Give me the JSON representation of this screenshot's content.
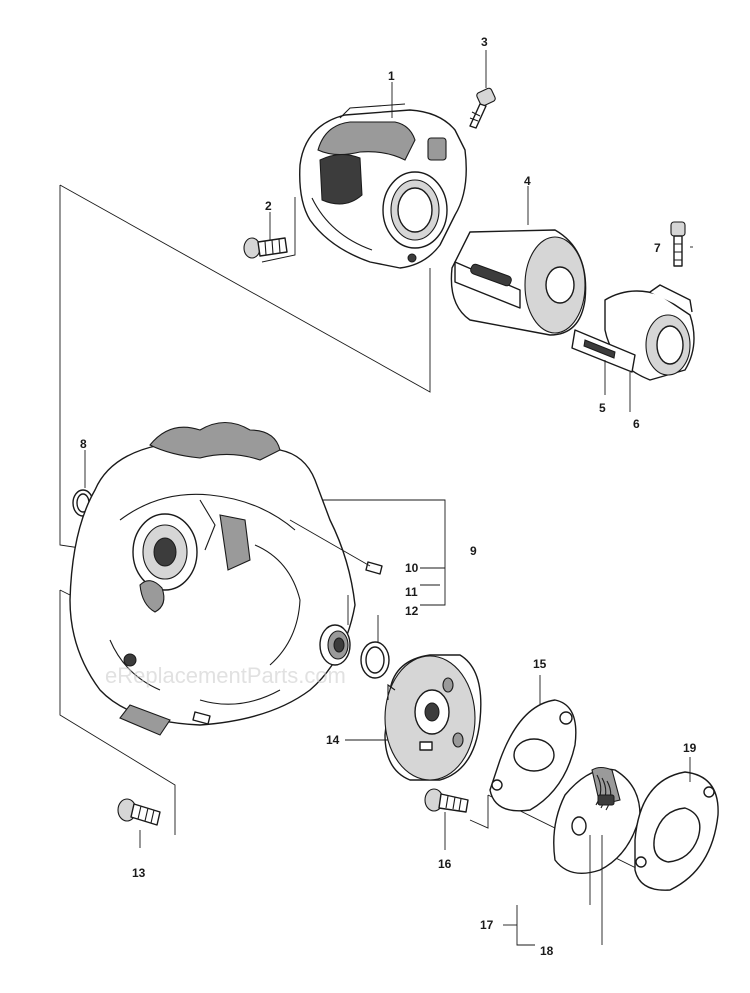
{
  "diagram": {
    "watermark": "eReplacementParts.com",
    "callouts": [
      {
        "id": "c1",
        "label": "1"
      },
      {
        "id": "c2",
        "label": "2"
      },
      {
        "id": "c3",
        "label": "3"
      },
      {
        "id": "c4",
        "label": "4"
      },
      {
        "id": "c5",
        "label": "5"
      },
      {
        "id": "c6",
        "label": "6"
      },
      {
        "id": "c7",
        "label": "7"
      },
      {
        "id": "c8",
        "label": "8"
      },
      {
        "id": "c9",
        "label": "9"
      },
      {
        "id": "c10",
        "label": "10"
      },
      {
        "id": "c11",
        "label": "11"
      },
      {
        "id": "c12",
        "label": "12"
      },
      {
        "id": "c13",
        "label": "13"
      },
      {
        "id": "c14",
        "label": "14"
      },
      {
        "id": "c15",
        "label": "15"
      },
      {
        "id": "c16",
        "label": "16"
      },
      {
        "id": "c17",
        "label": "17"
      },
      {
        "id": "c18",
        "label": "18"
      },
      {
        "id": "c19",
        "label": "19"
      }
    ]
  }
}
